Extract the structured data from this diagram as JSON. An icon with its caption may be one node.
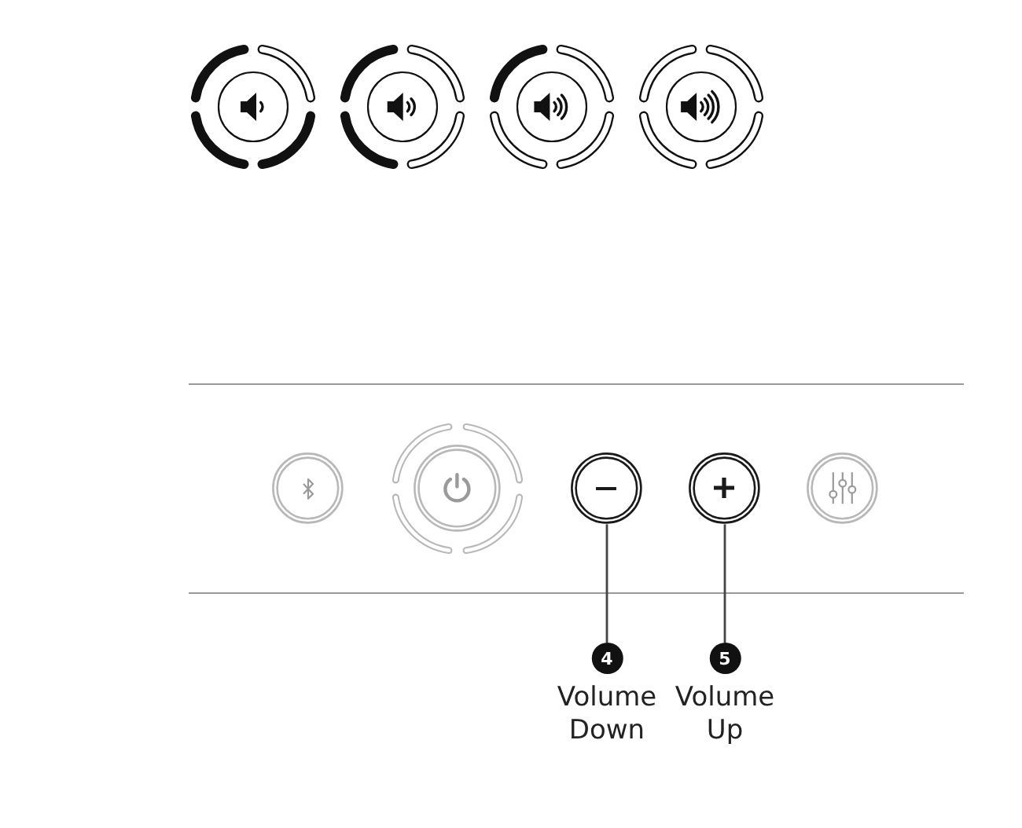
{
  "diagram": {
    "nodes": [
      {
        "text": [],
        "shape": "circle"
      },
      {
        "text": [],
        "shape": "circle"
      },
      {
        "text": [],
        "shape": "circle"
      },
      {
        "text": [],
        "shape": "circle"
      },
      {
        "text": [],
        "shape": "circle"
      },
      {
        "text": [
          "4",
          "Volume Down"
        ]
      },
      {
        "text": [
          "5",
          "Volume Up"
        ]
      }
    ],
    "edges": [
      {
        "from": 5,
        "to": 2,
        "arrow": "none"
      },
      {
        "from": 6,
        "to": 3,
        "arrow": "none"
      }
    ]
  }
}
